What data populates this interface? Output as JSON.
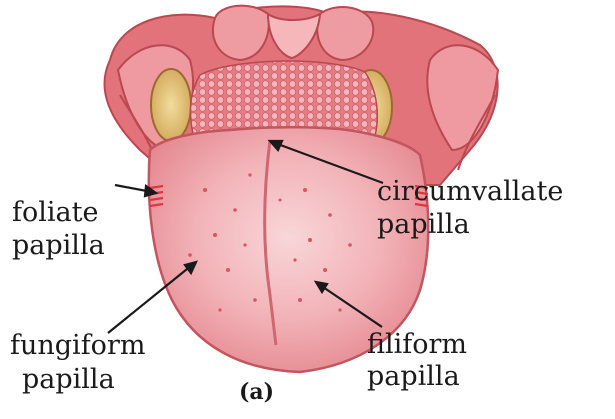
{
  "labels": {
    "foliate_line1": "foliate",
    "foliate_line2": "papilla",
    "circumvallate_line1": "circumvallate",
    "circumvallate_line2": "papilla",
    "fungiform_line1": "fungiform",
    "fungiform_line2": "papilla",
    "filiform_line1": "filiform",
    "filiform_line2": "papilla",
    "caption": "(a)"
  },
  "colors": {
    "tongue_pink": "#f2b3b8",
    "tongue_deep": "#d9545e",
    "throat_tissue": "#e2737a",
    "tonsil_yellow": "#e7c57a",
    "leader_line": "#1a1a1a"
  }
}
